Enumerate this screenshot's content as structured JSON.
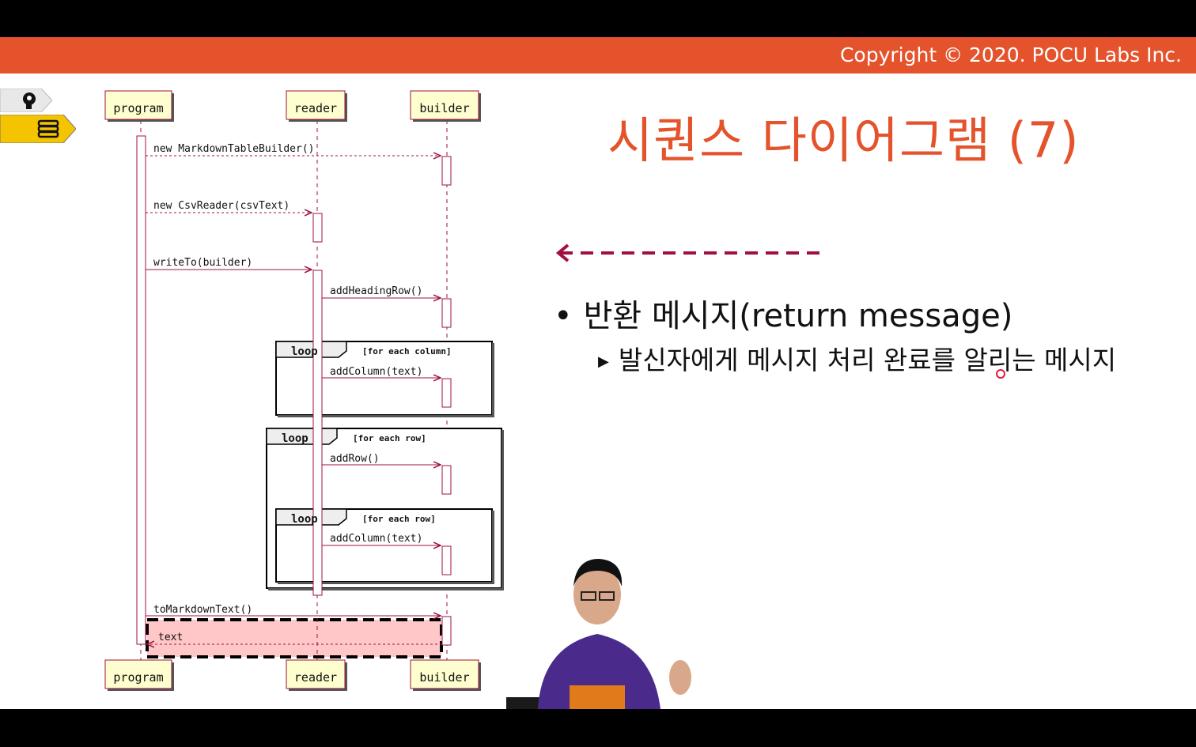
{
  "header": {
    "copyright": "Copyright © 2020. POCU Labs Inc."
  },
  "sidebar": {
    "tabs": [
      {
        "icon": "head-gear-icon"
      },
      {
        "icon": "book-stack-icon"
      }
    ]
  },
  "slide": {
    "title": "시퀀스 다이어그램 (7)",
    "bullet1": "반환 메시지(return message)",
    "bullet2": "발신자에게 메시지 처리 완료를 알리는 메시지"
  },
  "diagram": {
    "participants": [
      "program",
      "reader",
      "builder"
    ],
    "messages": [
      "new MarkdownTableBuilder()",
      "new CsvReader(csvText)",
      "writeTo(builder)",
      "addHeadingRow()",
      "addColumn(text)",
      "addRow()",
      "addColumn(text)",
      "toMarkdownText()",
      "text"
    ],
    "fragments": [
      {
        "op": "loop",
        "guard": "[for each column]"
      },
      {
        "op": "loop",
        "guard": "[for each row]"
      },
      {
        "op": "loop",
        "guard": "[for each row]"
      }
    ],
    "colors": {
      "arrow": "#a01040",
      "participant_fill": "#fefecf",
      "highlight": "#ffc7c7",
      "accent": "#e4532c"
    }
  }
}
